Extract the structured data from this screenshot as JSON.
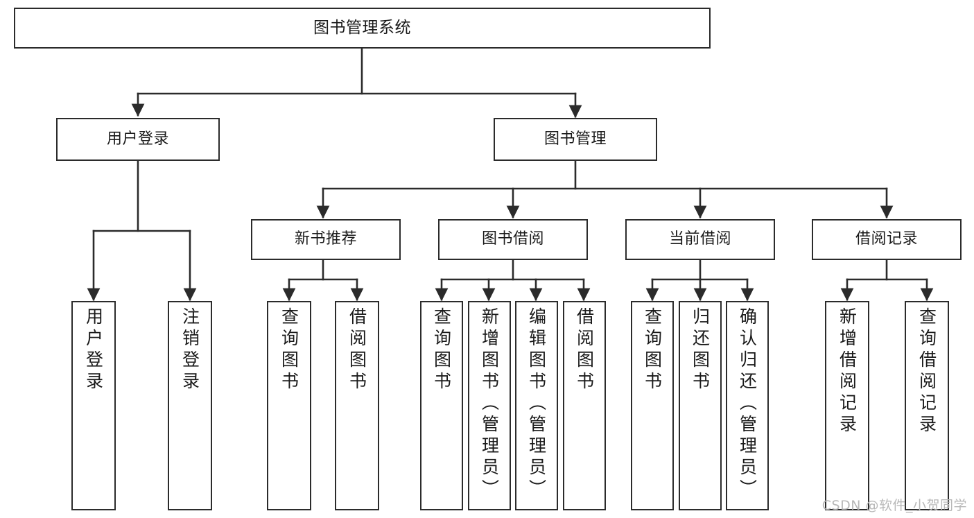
{
  "diagram": {
    "type": "tree",
    "title": "图书管理系统",
    "watermark": "CSDN @软件_小贺同学",
    "colors": {
      "stroke": "#2b2b2b",
      "fill": "#ffffff",
      "text": "#1a1a1a",
      "watermark": "#b8b8b8"
    },
    "levels": {
      "root": {
        "label": "图书管理系统"
      },
      "level2": [
        {
          "label": "用户登录"
        },
        {
          "label": "图书管理"
        }
      ],
      "level3": [
        {
          "label": "新书推荐"
        },
        {
          "label": "图书借阅"
        },
        {
          "label": "当前借阅"
        },
        {
          "label": "借阅记录"
        }
      ]
    },
    "leaves": {
      "user_login": [
        {
          "label": "用户登录"
        },
        {
          "label": "注销登录"
        }
      ],
      "new_book_recommend": [
        {
          "label": "查询图书"
        },
        {
          "label": "借阅图书"
        }
      ],
      "book_borrow": [
        {
          "label": "查询图书"
        },
        {
          "label": "新增图书（管理员）"
        },
        {
          "label": "编辑图书（管理员）"
        },
        {
          "label": "借阅图书"
        }
      ],
      "current_borrow": [
        {
          "label": "查询图书"
        },
        {
          "label": "归还图书"
        },
        {
          "label": "确认归还（管理员）"
        }
      ],
      "borrow_records": [
        {
          "label": "新增借阅记录"
        },
        {
          "label": "查询借阅记录"
        }
      ]
    }
  }
}
